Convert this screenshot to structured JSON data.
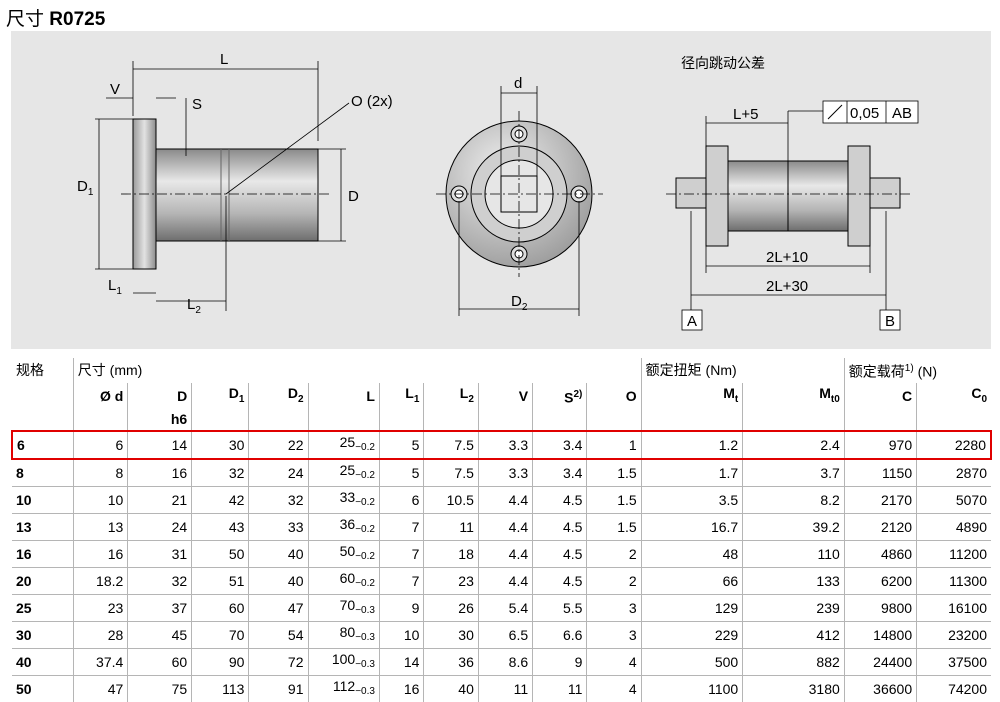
{
  "title": {
    "prefix": "尺寸",
    "code": "R0725"
  },
  "drawing": {
    "labels": {
      "L": "L",
      "V": "V",
      "S": "S",
      "O": "O (2x)",
      "D1": "D",
      "D1_sub": "1",
      "D": "D",
      "L1": "L",
      "L1_sub": "1",
      "L2": "L",
      "L2_sub": "2",
      "d": "d",
      "D2": "D",
      "D2_sub": "2",
      "runout": "径向跳动公差",
      "L5": "L+5",
      "tol_value": "0,05",
      "tol_ref": "AB",
      "L10": "2L+10",
      "L30": "2L+30",
      "A": "A",
      "B": "B"
    }
  },
  "table": {
    "header": {
      "size": "规格",
      "dims": "尺寸 (mm)",
      "torque": "额定扭矩 (Nm)",
      "load": "额定载荷",
      "load_sup": "1)",
      "load_unit": " (N)",
      "cols": [
        "Ø d",
        "D",
        "D",
        "D",
        "L",
        "L",
        "L",
        "V",
        "S",
        "O",
        "M",
        "M",
        "C",
        "C"
      ],
      "col_subs": [
        "",
        "",
        "1",
        "2",
        "",
        "1",
        "2",
        "",
        "",
        "",
        "t",
        "t0",
        "",
        "0"
      ],
      "S_sup": "2)",
      "D_sub2": "h6"
    },
    "rows": [
      {
        "size": "6",
        "d": "6",
        "D": "14",
        "D1": "30",
        "D2": "22",
        "L": "25",
        "L_tol": "−0.2",
        "L1": "5",
        "L2": "7.5",
        "V": "3.3",
        "S": "3.4",
        "O": "1",
        "Mt": "1.2",
        "Mt0": "2.4",
        "C": "970",
        "C0": "2280"
      },
      {
        "size": "8",
        "d": "8",
        "D": "16",
        "D1": "32",
        "D2": "24",
        "L": "25",
        "L_tol": "−0.2",
        "L1": "5",
        "L2": "7.5",
        "V": "3.3",
        "S": "3.4",
        "O": "1.5",
        "Mt": "1.7",
        "Mt0": "3.7",
        "C": "1150",
        "C0": "2870"
      },
      {
        "size": "10",
        "d": "10",
        "D": "21",
        "D1": "42",
        "D2": "32",
        "L": "33",
        "L_tol": "−0.2",
        "L1": "6",
        "L2": "10.5",
        "V": "4.4",
        "S": "4.5",
        "O": "1.5",
        "Mt": "3.5",
        "Mt0": "8.2",
        "C": "2170",
        "C0": "5070"
      },
      {
        "size": "13",
        "d": "13",
        "D": "24",
        "D1": "43",
        "D2": "33",
        "L": "36",
        "L_tol": "−0.2",
        "L1": "7",
        "L2": "11",
        "V": "4.4",
        "S": "4.5",
        "O": "1.5",
        "Mt": "16.7",
        "Mt0": "39.2",
        "C": "2120",
        "C0": "4890"
      },
      {
        "size": "16",
        "d": "16",
        "D": "31",
        "D1": "50",
        "D2": "40",
        "L": "50",
        "L_tol": "−0.2",
        "L1": "7",
        "L2": "18",
        "V": "4.4",
        "S": "4.5",
        "O": "2",
        "Mt": "48",
        "Mt0": "110",
        "C": "4860",
        "C0": "11200"
      },
      {
        "size": "20",
        "d": "18.2",
        "D": "32",
        "D1": "51",
        "D2": "40",
        "L": "60",
        "L_tol": "−0.2",
        "L1": "7",
        "L2": "23",
        "V": "4.4",
        "S": "4.5",
        "O": "2",
        "Mt": "66",
        "Mt0": "133",
        "C": "6200",
        "C0": "11300"
      },
      {
        "size": "25",
        "d": "23",
        "D": "37",
        "D1": "60",
        "D2": "47",
        "L": "70",
        "L_tol": "−0.3",
        "L1": "9",
        "L2": "26",
        "V": "5.4",
        "S": "5.5",
        "O": "3",
        "Mt": "129",
        "Mt0": "239",
        "C": "9800",
        "C0": "16100"
      },
      {
        "size": "30",
        "d": "28",
        "D": "45",
        "D1": "70",
        "D2": "54",
        "L": "80",
        "L_tol": "−0.3",
        "L1": "10",
        "L2": "30",
        "V": "6.5",
        "S": "6.6",
        "O": "3",
        "Mt": "229",
        "Mt0": "412",
        "C": "14800",
        "C0": "23200"
      },
      {
        "size": "40",
        "d": "37.4",
        "D": "60",
        "D1": "90",
        "D2": "72",
        "L": "100",
        "L_tol": "−0.3",
        "L1": "14",
        "L2": "36",
        "V": "8.6",
        "S": "9",
        "O": "4",
        "Mt": "500",
        "Mt0": "882",
        "C": "24400",
        "C0": "37500"
      },
      {
        "size": "50",
        "d": "47",
        "D": "75",
        "D1": "113",
        "D2": "91",
        "L": "112",
        "L_tol": "−0.3",
        "L1": "16",
        "L2": "40",
        "V": "11",
        "S": "11",
        "O": "4",
        "Mt": "1100",
        "Mt0": "3180",
        "C": "36600",
        "C0": "74200"
      }
    ],
    "highlight_row": "6",
    "highlight_color": "#e00000"
  }
}
